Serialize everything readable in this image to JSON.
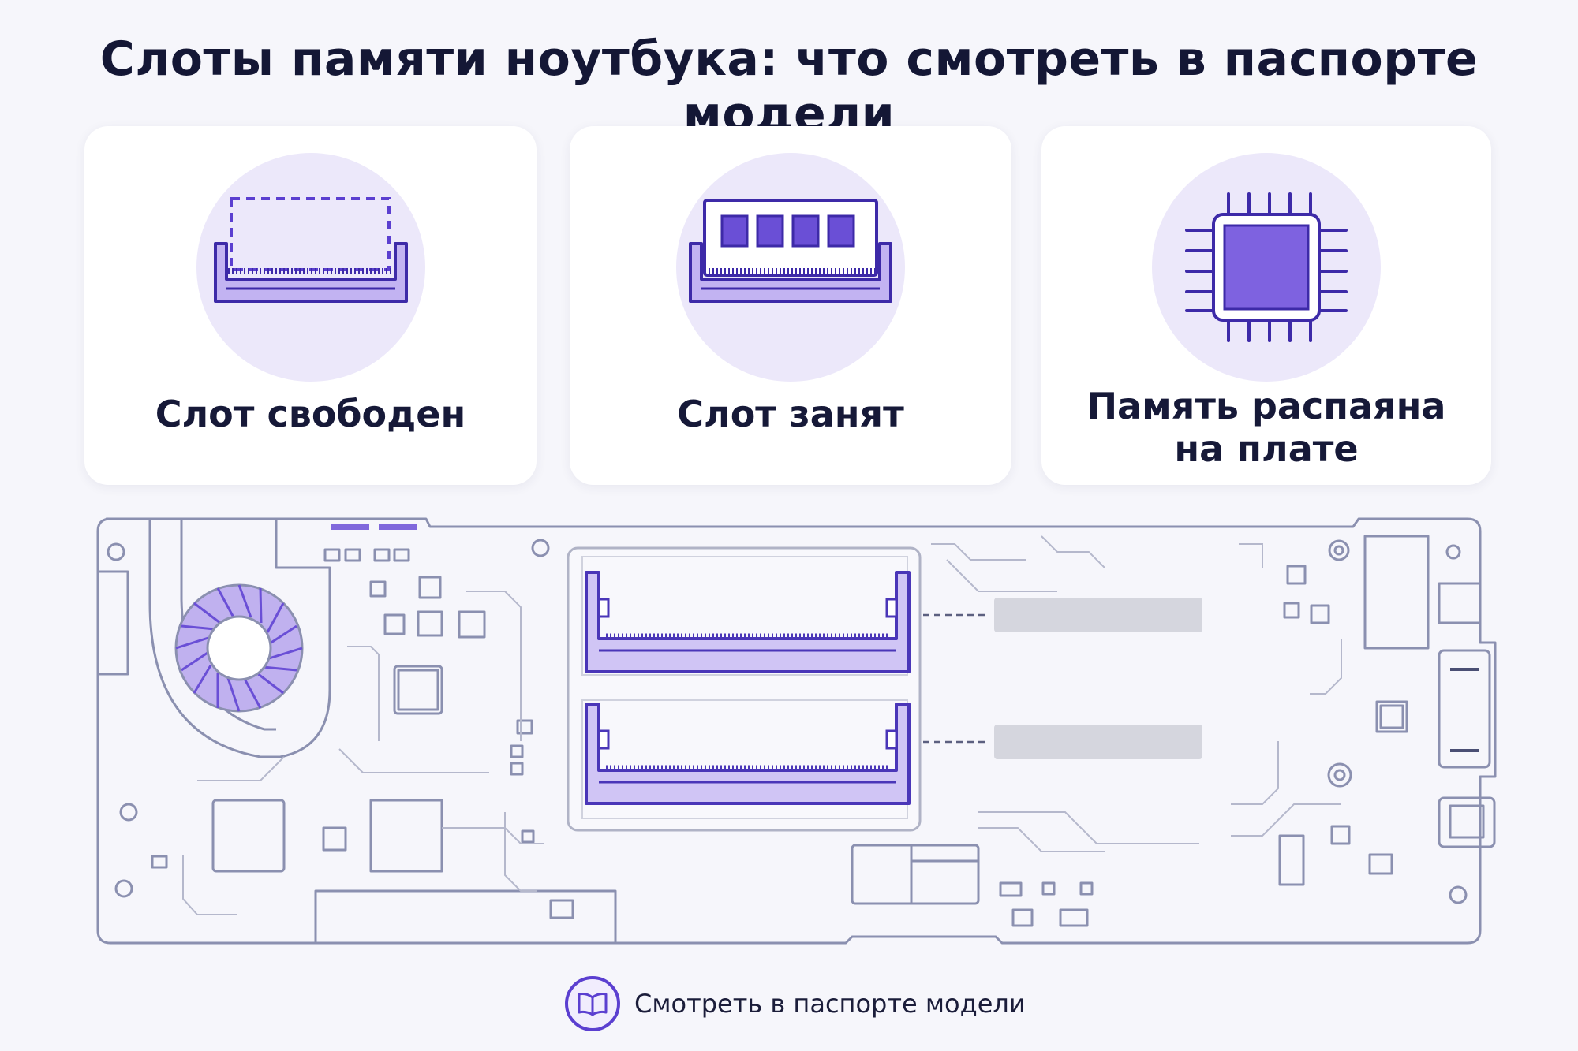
{
  "title": "Слоты памяти ноутбука: что смотреть в паспорте модели",
  "cards": [
    {
      "label": "Слот свободен",
      "icon": "empty-slot-icon"
    },
    {
      "label": "Слот занят",
      "icon": "ram-module-icon"
    },
    {
      "label_line1": "Память распаяна",
      "label_line2": "на плате",
      "icon": "soldered-chip-icon"
    }
  ],
  "board": {
    "icon": "motherboard-illustration",
    "slots": [
      {
        "name": "upper-sodimm-slot"
      },
      {
        "name": "lower-sodimm-slot"
      }
    ]
  },
  "footer": {
    "icon": "book-icon",
    "text": "Смотреть в паспорте модели"
  },
  "colors": {
    "accent": "#5b3fd0",
    "accent_fill": "#b9a8f0",
    "halo": "#ece8fa",
    "board_line": "#8b90b0",
    "placeholder_bar": "#d5d6de"
  }
}
